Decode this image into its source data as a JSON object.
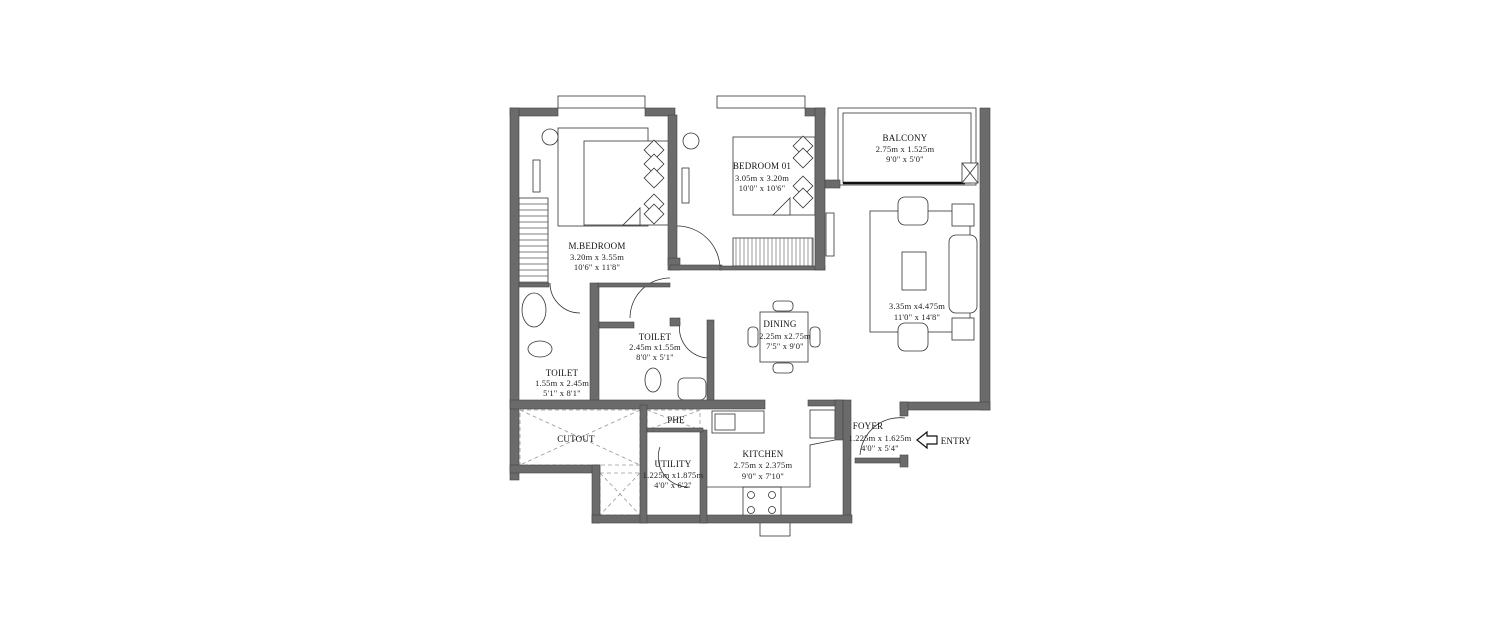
{
  "plan": {
    "wall_color": "#6b6b6b",
    "rooms": {
      "balcony": {
        "name": "BALCONY",
        "metric": "2.75m x 1.525m",
        "imperial": "9'0\" x 5'0\""
      },
      "bedroom01": {
        "name": "BEDROOM 01",
        "metric": "3.05m x 3.20m",
        "imperial": "10'0\" x 10'6\""
      },
      "master_bedroom": {
        "name": "M.BEDROOM",
        "metric": "3.20m x 3.55m",
        "imperial": "10'6\" x 11'8\""
      },
      "living": {
        "metric": "3.35m x4.475m",
        "imperial": "11'0\" x 14'8\""
      },
      "dining": {
        "name": "DINING",
        "metric": "2.25m x2.75m",
        "imperial": "7'5\" x 9'0\""
      },
      "toilet_common": {
        "name": "TOILET",
        "metric": "2.45m x1.55m",
        "imperial": "8'0\" x 5'1\""
      },
      "toilet_master": {
        "name": "TOILET",
        "metric": "1.55m x 2.45m",
        "imperial": "5'1\" x 8'1\""
      },
      "cutout": {
        "name": "CUTOUT"
      },
      "phe": {
        "name": "PHE"
      },
      "utility": {
        "name": "UTILITY",
        "metric": "1.225m x1.875m",
        "imperial": "4'0\" x 6'2\""
      },
      "kitchen": {
        "name": "KITCHEN",
        "metric": "2.75m x 2.375m",
        "imperial": "9'0\" x 7'10\""
      },
      "foyer": {
        "name": "FOYER",
        "metric": "1.225m x 1.625m",
        "imperial": "4'0\" x 5'4\""
      }
    },
    "entry": {
      "label": "ENTRY",
      "icon": "arrow-left-icon"
    }
  }
}
